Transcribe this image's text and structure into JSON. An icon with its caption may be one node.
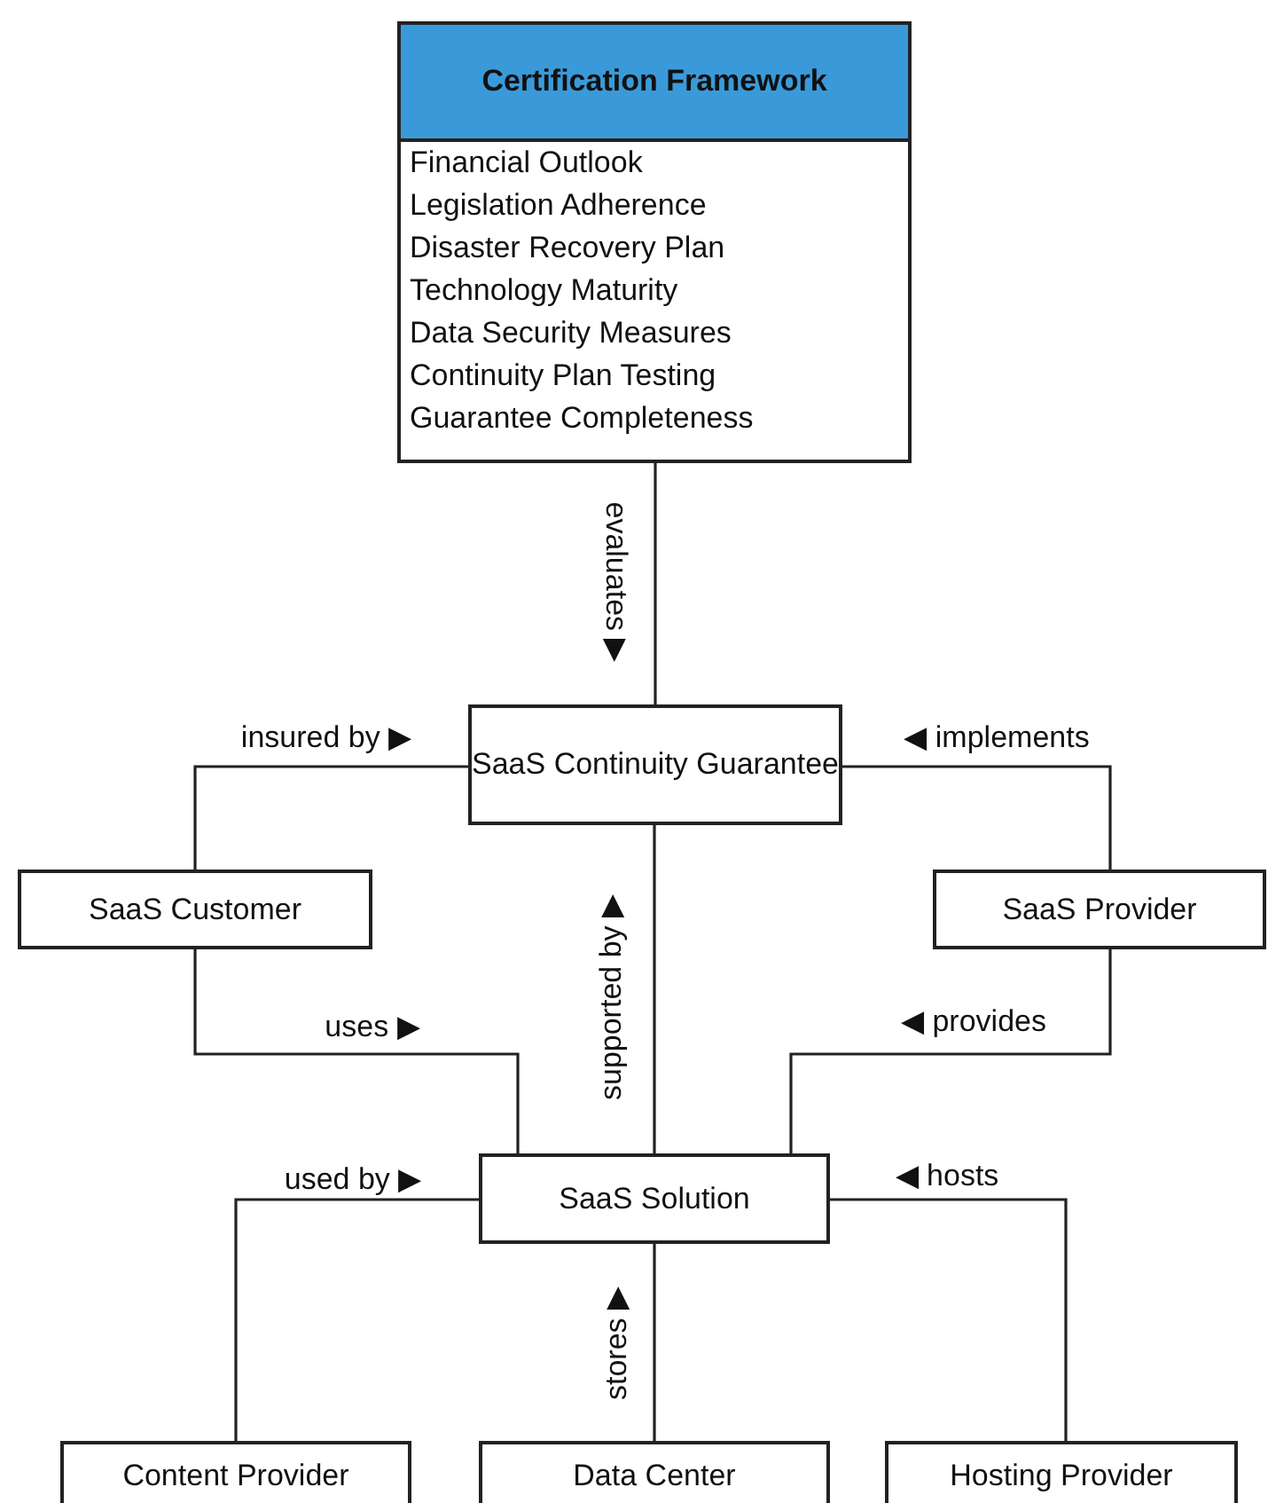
{
  "diagram": {
    "nodes": [
      {
        "text": [
          "Certification Framework",
          "Financial Outlook",
          "Legislation Adherence",
          "Disaster Recovery Plan",
          "Technology Maturity",
          "Data Security Measures",
          "Continuity Plan Testing",
          "Guarantee Completeness"
        ]
      },
      {
        "text": [
          "SaaS Continuity Guarantee"
        ]
      },
      {
        "text": [
          "SaaS Customer"
        ]
      },
      {
        "text": [
          "SaaS Provider"
        ]
      },
      {
        "text": [
          "SaaS Solution"
        ]
      },
      {
        "text": [
          "Content Provider"
        ]
      },
      {
        "text": [
          "Data Center"
        ]
      },
      {
        "text": [
          "Hosting Provider"
        ]
      }
    ],
    "edges": [
      {
        "from": 0,
        "to": 1,
        "arrow": "none",
        "label": "evaluates ▶"
      },
      {
        "from": 2,
        "to": 1,
        "arrow": "none",
        "label": "insured by ▶"
      },
      {
        "from": 3,
        "to": 1,
        "arrow": "none",
        "label": "◀ implements"
      },
      {
        "from": 4,
        "to": 1,
        "arrow": "none",
        "label": "supported by ▶"
      },
      {
        "from": 2,
        "to": 4,
        "arrow": "none",
        "label": "uses ▶"
      },
      {
        "from": 3,
        "to": 4,
        "arrow": "none",
        "label": "◀ provides"
      },
      {
        "from": 5,
        "to": 4,
        "arrow": "none",
        "label": "used by ▶"
      },
      {
        "from": 6,
        "to": 4,
        "arrow": "none",
        "label": "stores ▶"
      },
      {
        "from": 7,
        "to": 4,
        "arrow": "none",
        "label": "◀ hosts"
      }
    ]
  }
}
